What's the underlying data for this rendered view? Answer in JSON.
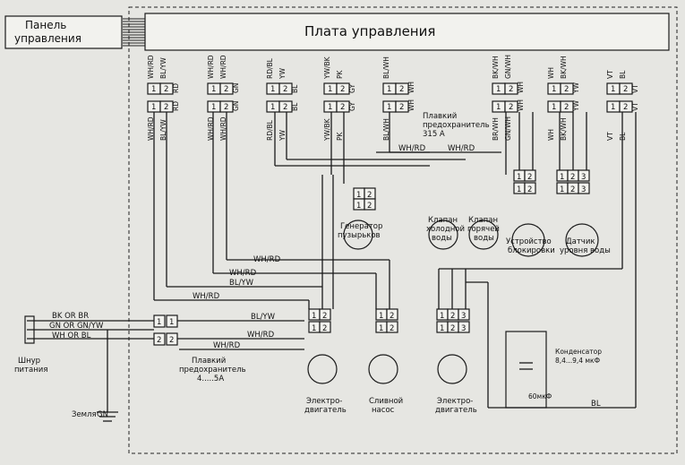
{
  "panel": {
    "line1": "Панель",
    "line2": "управления"
  },
  "board": {
    "title": "Плата управления"
  },
  "connectors": [
    {
      "top_wires": [
        "WH/RD",
        "BL/YW"
      ],
      "side": "RD",
      "bottom_wires": [
        "WH/RD",
        "BL/YW"
      ]
    },
    {
      "top_wires": [
        "WH/RD",
        "WH/RD"
      ],
      "side": "GN",
      "bottom_wires": [
        "WH/RD",
        "WH/RD"
      ]
    },
    {
      "top_wires": [
        "RD/BL",
        "YW"
      ],
      "side": "BL",
      "bottom_wires": [
        "RD/BL",
        "YW"
      ]
    },
    {
      "top_wires": [
        "YW/BK",
        "PK"
      ],
      "side": "GY",
      "bottom_wires": [
        "YW/BK",
        "PK"
      ]
    },
    {
      "top_wires": [
        "BL/WH",
        ""
      ],
      "side": "WH",
      "bottom_wires": [
        "BL/WH",
        ""
      ]
    },
    {
      "top_wires": [
        "BK/WH",
        "GN/WH"
      ],
      "side": "WH",
      "bottom_wires": [
        "BR/WH",
        "GN/WH"
      ]
    },
    {
      "top_wires": [
        "WH",
        "BK/WH"
      ],
      "side": "YW",
      "bottom_wires": [
        "WH",
        "BK/WH"
      ]
    },
    {
      "top_wires": [
        "VT",
        "BL"
      ],
      "side": "VT",
      "bottom_wires": [
        "VT",
        "BL"
      ]
    }
  ],
  "pins": {
    "p1": "1",
    "p2": "2",
    "p3": "3"
  },
  "labels": {
    "fuse315": "Плавкий предохранитель 315 A",
    "wire_whrd": "WH/RD",
    "wire_blyw": "BL/YW",
    "wire_bl": "BL",
    "wire_pk": "PK",
    "wire_vt": "VT",
    "wire_br": "BR",
    "wire_gnwh": "GN/WH",
    "wire_bkwh": "BK/WH",
    "wire_wh": "WH",
    "wire_yw": "YW",
    "wire_rdbl": "RD/BL",
    "wire_ywbk": "YW/BK",
    "wire_blwh": "BL/WH",
    "gen1": "Генератор",
    "gen2": "пузырьков",
    "cold1": "Клапан",
    "cold2": "холодной",
    "cold3": "воды",
    "hot1": "Клапан",
    "hot2": "горячей",
    "hot3": "воды",
    "lock1": "Устройство",
    "lock2": "блокировки",
    "level1": "Датчик",
    "level2": "уровня воды",
    "pw_bk": "BK OR BR",
    "pw_gn": "GN OR GN/YW",
    "pw_wh": "WH OR BL",
    "cord1": "Шнур",
    "cord2": "питания",
    "fuse45_1": "Плавкий",
    "fuse45_2": "предохранитель",
    "fuse45_3": "4.....5A",
    "ground": "Земля",
    "gn": "GN",
    "motor1a": "Электро-",
    "motor1b": "двигатель",
    "pump1": "Сливной",
    "pump2": "насос",
    "motor2a": "Электро-",
    "motor2b": "двигатель",
    "cap1": "Конденсатор",
    "cap2": "8,4...9,4 мкФ",
    "cap3": "60мкФ"
  }
}
